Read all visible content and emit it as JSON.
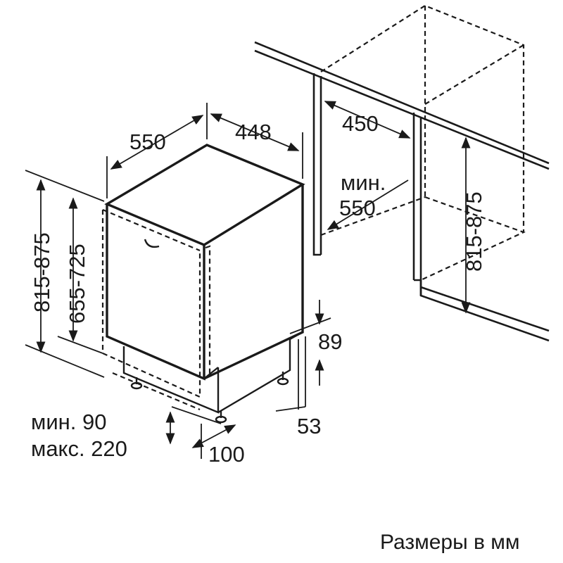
{
  "dimensions": {
    "depth_top": "550",
    "width_top": "448",
    "niche_width": "450",
    "niche_depth_label": "мин.",
    "niche_depth_value": "550",
    "niche_height": "815-875",
    "unit_height": "815-875",
    "door_height": "655-725",
    "plinth_height": "89",
    "plinth_gap": "53",
    "plinth_depth": "100",
    "foot_min": "мин. 90",
    "foot_max": "макс. 220"
  },
  "caption": "Размеры в мм"
}
